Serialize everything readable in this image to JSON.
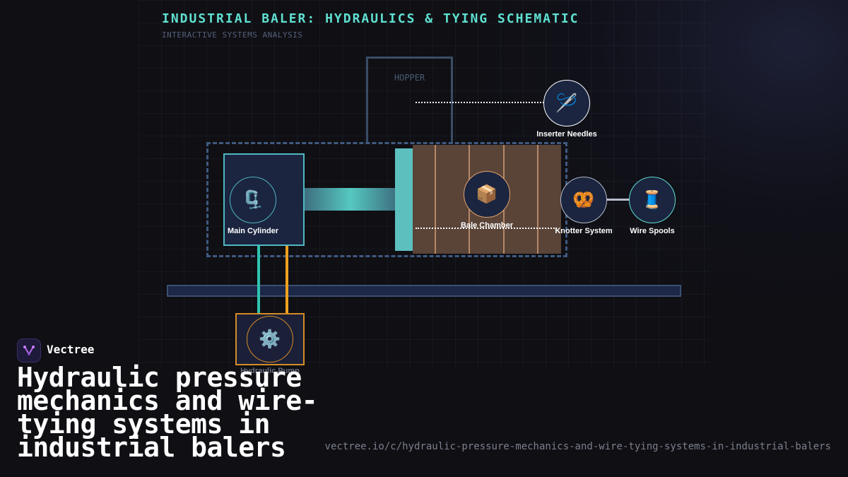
{
  "header": {
    "title": "INDUSTRIAL BALER: HYDRAULICS & TYING SCHEMATIC",
    "subtitle": "INTERACTIVE SYSTEMS ANALYSIS"
  },
  "diagram": {
    "hopper_label": "HOPPER",
    "nodes": {
      "main_cylinder": {
        "label": "Main Cylinder",
        "icon": "🗜️",
        "icon_name": "clamp-icon",
        "color": "#4fb8c0"
      },
      "bale_chamber": {
        "label": "Bale Chamber",
        "icon": "📦",
        "icon_name": "package-icon",
        "color": "#e2a36a"
      },
      "inserter_needles": {
        "label": "Inserter Needles",
        "icon": "🪡",
        "icon_name": "needle-icon",
        "color": "#ffffff"
      },
      "knotter_system": {
        "label": "Knotter System",
        "icon": "🥨",
        "icon_name": "pretzel-icon",
        "color": "#b8bccc"
      },
      "wire_spools": {
        "label": "Wire Spools",
        "icon": "🧵",
        "icon_name": "thread-spool-icon",
        "color": "#5fe0d0"
      },
      "hydraulic_pump": {
        "label": "Hydraulic Pump",
        "icon": "⚙️",
        "icon_name": "gear-icon",
        "color": "#d58b25"
      }
    },
    "pipe_colors": {
      "supply": "#2ec4b0",
      "return": "#f0a020"
    }
  },
  "branding": {
    "brand_name": "Vectree",
    "headline": "Hydraulic pressure mechanics and wire-tying systems in industrial balers",
    "url": "vectree.io/c/hydraulic-pressure-mechanics-and-wire-tying-systems-in-industrial-balers"
  }
}
